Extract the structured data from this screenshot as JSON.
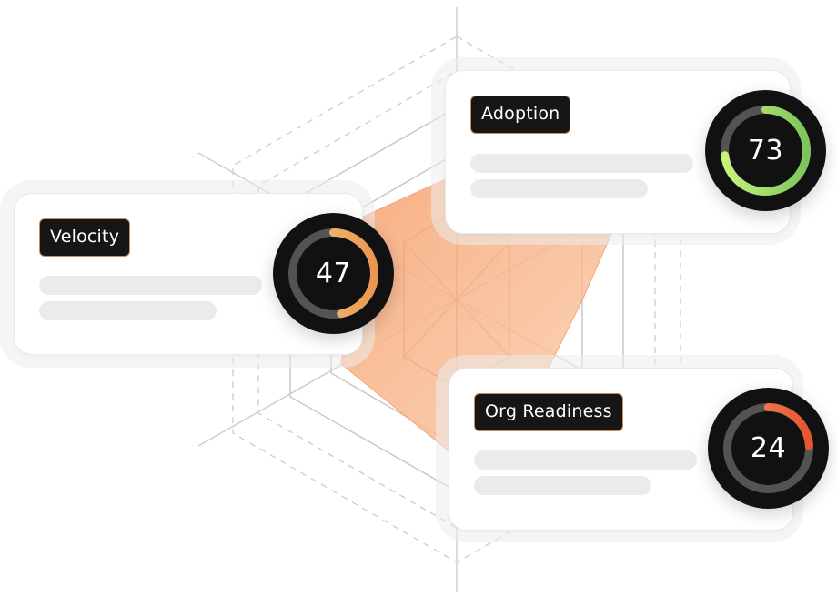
{
  "metrics": [
    {
      "label": "Velocity",
      "score": 47,
      "color_start": "#f6c585",
      "color_end": "#e9974f"
    },
    {
      "label": "Adoption",
      "score": 73,
      "color_start": "#c9f27a",
      "color_end": "#7cc55a"
    },
    {
      "label": "Org Readiness",
      "score": 24,
      "color_start": "#f7905c",
      "color_end": "#e5552f"
    }
  ],
  "colors": {
    "radar_fill": "#f6b58c",
    "pill_bg": "#161616",
    "pill_border": "#cf8a5a",
    "track": "#5f5f5f"
  }
}
